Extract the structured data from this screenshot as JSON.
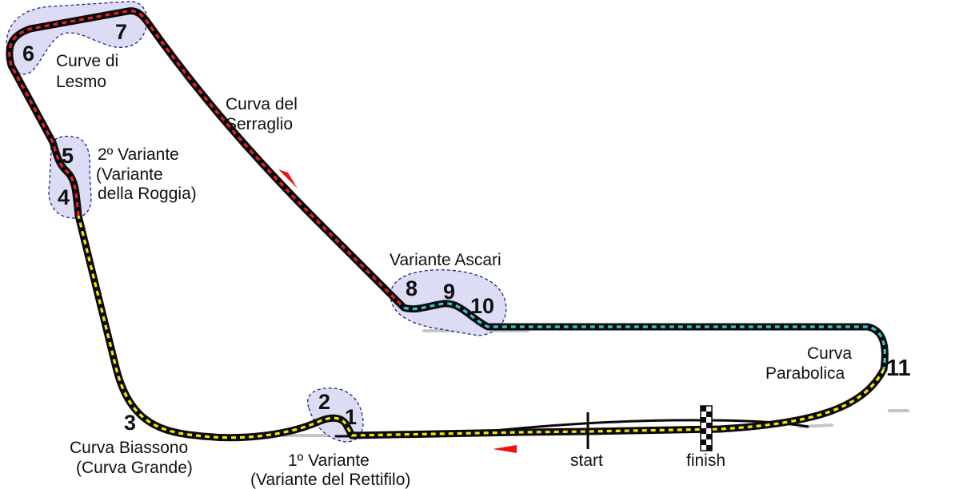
{
  "corners": {
    "c1": "1",
    "c2": "2",
    "c3": "3",
    "c4": "4",
    "c5": "5",
    "c6": "6",
    "c7": "7",
    "c8": "8",
    "c9": "9",
    "c10": "10",
    "c11": "11"
  },
  "labels": {
    "variante1_l1": "1º Variante",
    "variante1_l2": "(Variante del Rettifilo)",
    "biassono_l1": "Curva Biassono",
    "biassono_l2": "(Curva Grande)",
    "variante2_l1": "2º Variante",
    "variante2_l2": "(Variante",
    "variante2_l3": "della Roggia)",
    "lesmo_l1": "Curve di",
    "lesmo_l2": "Lesmo",
    "serraglio_l1": "Curva del",
    "serraglio_l2": "Serraglio",
    "ascari": "Variante Ascari",
    "parabolica_l1": "Curva",
    "parabolica_l2": "Parabolica",
    "start": "start",
    "finish": "finish"
  },
  "sector_colors": {
    "sector1": "#f5e600",
    "sector2": "#e8202a",
    "sector3": "#2ec8d8"
  },
  "colors": {
    "track": "#0a0a0a",
    "zone_fill": "#dcdcf4",
    "zone_stroke": "#23238a",
    "arrow": "#ee1111",
    "shadow": "#999999"
  }
}
